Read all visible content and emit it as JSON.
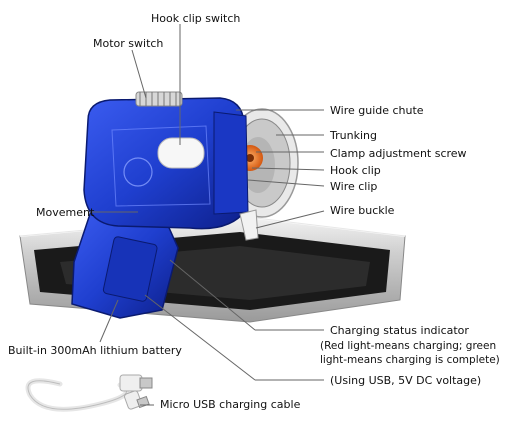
{
  "labels": {
    "hook_clip_switch": "Hook clip switch",
    "motor_switch": "Motor switch",
    "wire_guide_chute": "Wire guide chute",
    "trunking": "Trunking",
    "clamp_adjustment_screw": "Clamp adjustment screw",
    "hook_clip": "Hook clip",
    "wire_clip": "Wire clip",
    "movement": "Movement",
    "wire_buckle": "Wire buckle",
    "charging_status_indicator": "Charging status indicator",
    "charging_note_line1": "(Red light-means charging; green",
    "charging_note_line2": "light-means charging is complete)",
    "usb_voltage": "(Using USB, 5V DC voltage)",
    "battery": "Built-in 300mAh lithium battery",
    "cable": "Micro USB charging cable"
  },
  "colors": {
    "body_blue": "#1f3fcf",
    "body_dark_blue": "#0d1f8a",
    "orange_gear": "#e86a1a",
    "case_black": "#1a1a1a",
    "leader_line": "#666666"
  }
}
